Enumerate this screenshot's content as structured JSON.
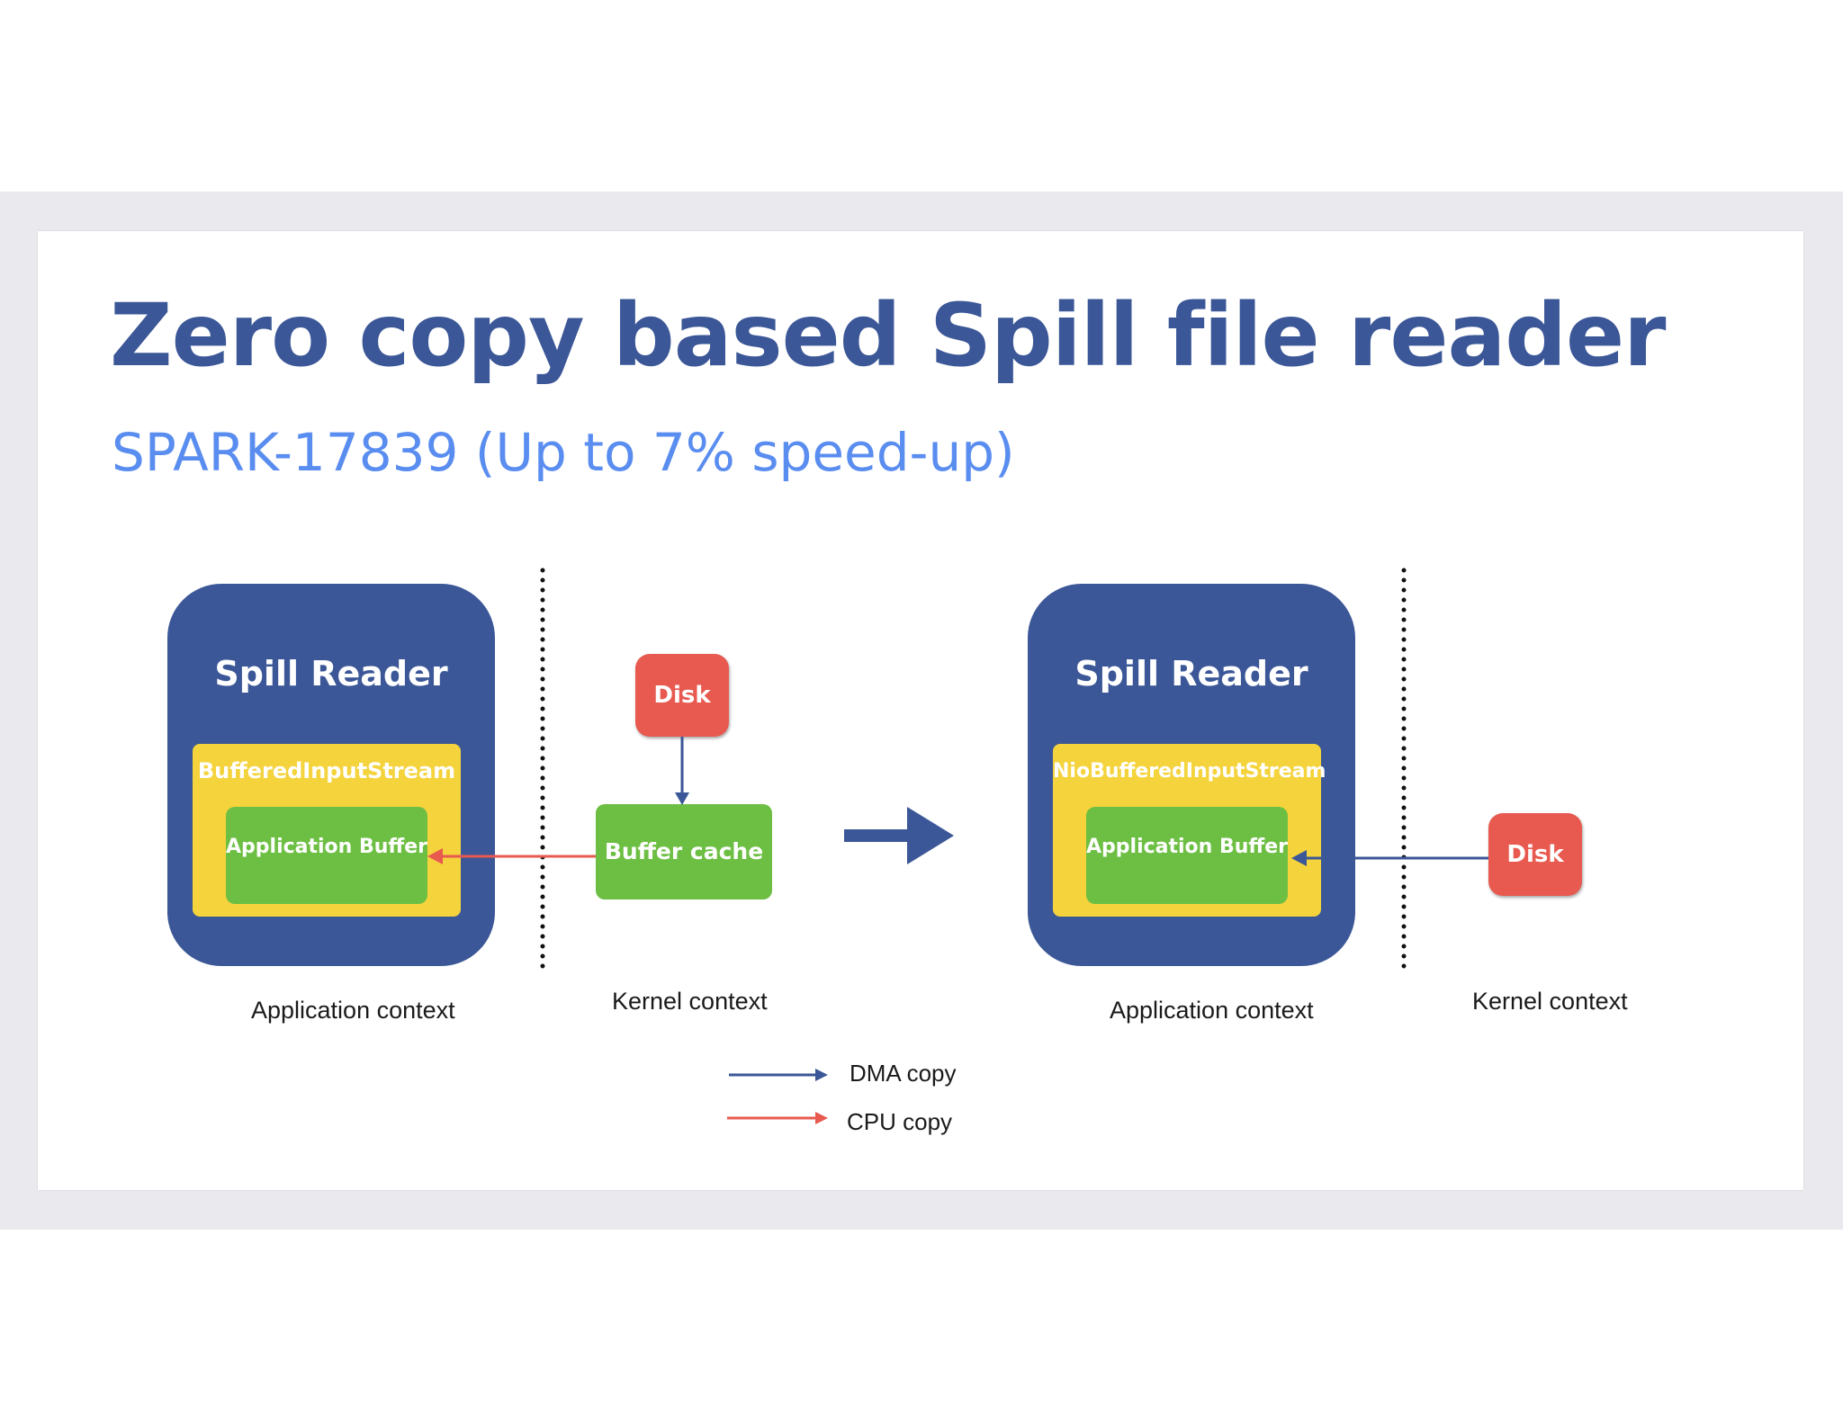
{
  "slide": {
    "title": "Zero copy based Spill file reader",
    "subtitle": "SPARK-17839 (Up to 7% speed-up)"
  },
  "left_diagram": {
    "reader_title": "Spill Reader",
    "stream_label": "BufferedInputStream",
    "app_buffer_label": "Application Buffer",
    "disk_label": "Disk",
    "buffer_cache_label": "Buffer cache",
    "app_context_label": "Application context",
    "kernel_context_label": "Kernel context"
  },
  "right_diagram": {
    "reader_title": "Spill Reader",
    "stream_label": "NioBufferedInputStream",
    "app_buffer_label": "Application Buffer",
    "disk_label": "Disk",
    "app_context_label": "Application context",
    "kernel_context_label": "Kernel context"
  },
  "legend": {
    "dma_label": "DMA copy",
    "cpu_label": "CPU copy"
  },
  "colors": {
    "title": "#3b5797",
    "subtitle": "#5a8df0",
    "reader_bg": "#3b5797",
    "stream_bg": "#f4d33c",
    "buffer_bg": "#6dbf43",
    "disk_bg": "#e85a50",
    "dma_arrow": "#3b5797",
    "cpu_arrow": "#e85a50"
  }
}
